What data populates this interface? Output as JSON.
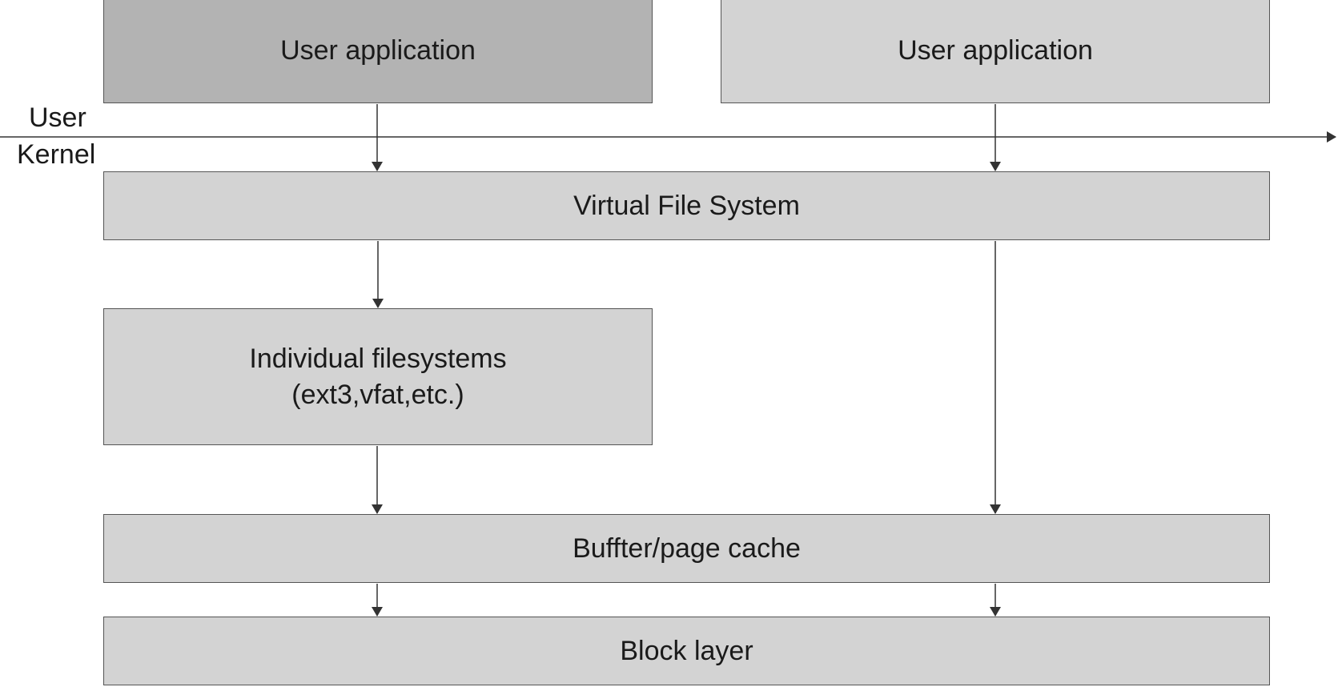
{
  "diagram": {
    "boundary": {
      "user_label": "User",
      "kernel_label": "Kernel"
    },
    "boxes": {
      "user_app_left": {
        "label": "User application",
        "fill": "#b3b3b3"
      },
      "user_app_right": {
        "label": "User application",
        "fill": "#d3d3d3"
      },
      "vfs": {
        "label": "Virtual File System",
        "fill": "#d3d3d3"
      },
      "filesystems": {
        "label": "Individual filesystems\n(ext3,vfat,etc.)",
        "fill": "#d3d3d3"
      },
      "page_cache": {
        "label": "Buffter/page cache",
        "fill": "#d3d3d3"
      },
      "block_layer": {
        "label": "Block layer",
        "fill": "#d3d3d3"
      }
    },
    "line_color": "#333333"
  }
}
